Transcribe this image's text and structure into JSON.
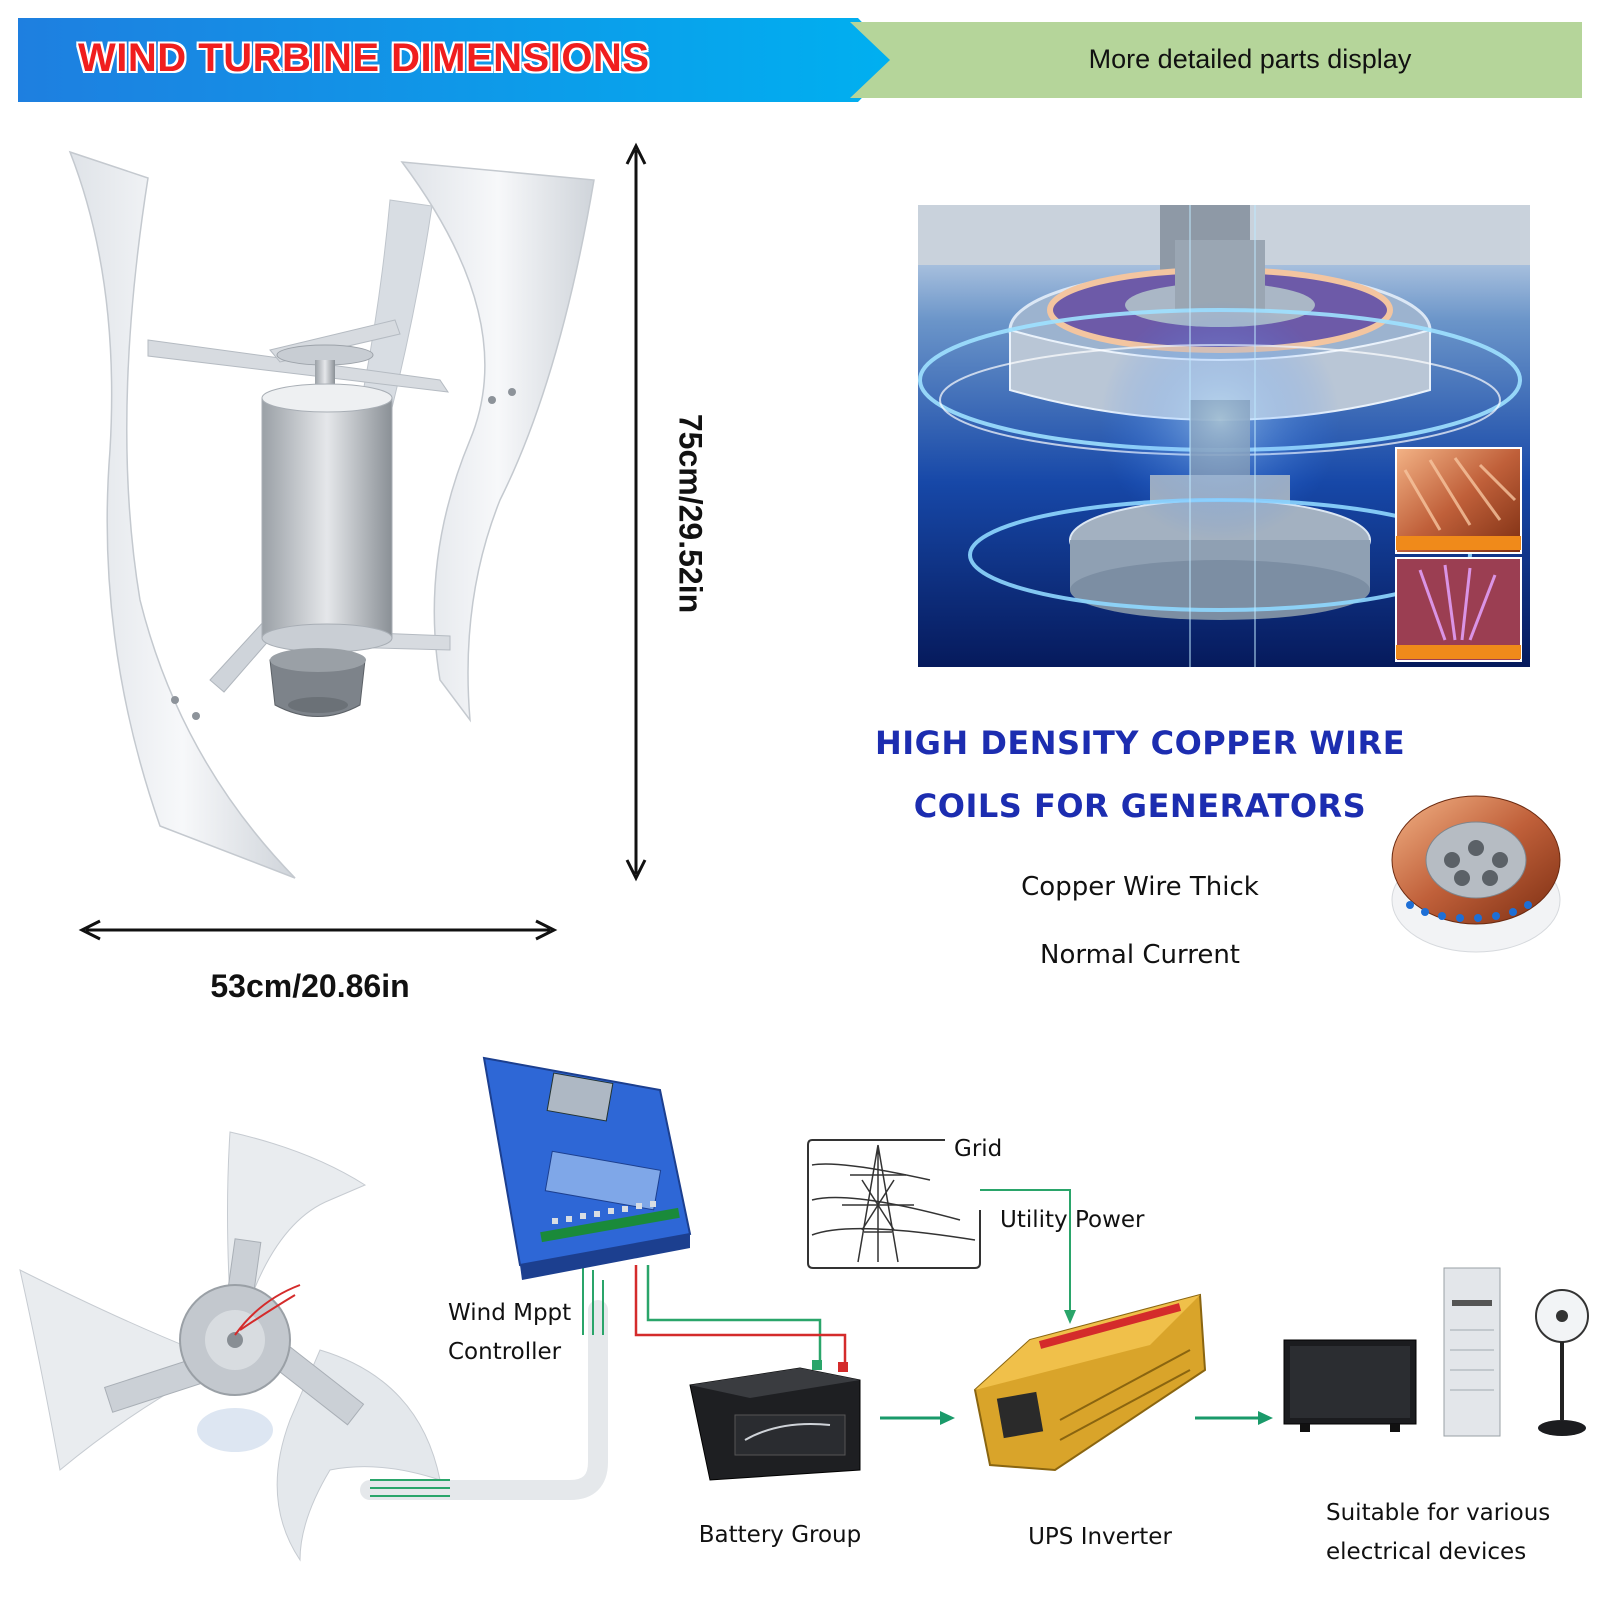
{
  "banner": {
    "title": "WIND TURBINE DIMENSIONS",
    "subtitle": "More detailed parts display",
    "left_color": "#0099e6",
    "right_color": "#b5d59a"
  },
  "dimensions": {
    "height_label": "75cm/29.52in",
    "width_label": "53cm/20.86in"
  },
  "copper": {
    "heading_line1": "HIGH DENSITY COPPER WIRE",
    "heading_line2": "COILS FOR GENERATORS",
    "features": [
      "Copper Wire Thick",
      "Normal Current"
    ],
    "heading_color": "#1c2db0"
  },
  "diagram": {
    "controller_label_line1": "Wind Mppt",
    "controller_label_line2": "Controller",
    "battery_label": "Battery Group",
    "grid_label": "Grid",
    "utility_label": "Utility Power",
    "ups_label": "UPS Inverter",
    "devices_label_line1": "Suitable for various",
    "devices_label_line2": "electrical devices",
    "wire_color": "#2aa56a",
    "red_wire_color": "#d42b2b",
    "arrow_color": "#1a9a6a"
  }
}
